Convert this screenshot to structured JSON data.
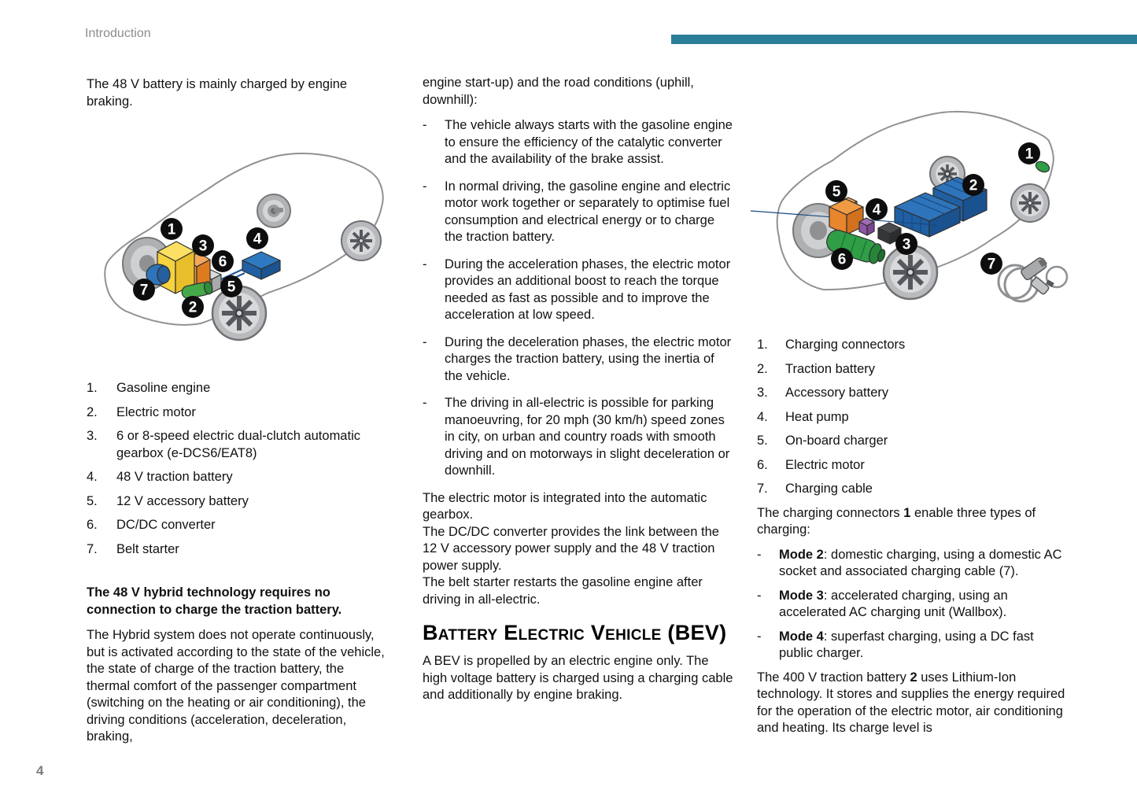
{
  "page": {
    "title": "Introduction",
    "page_number": "4"
  },
  "ui": {
    "dash": "-"
  },
  "colors": {
    "accent_bar": "#2b7e97",
    "engine_yellow": "#f5d23e",
    "gearbox_orange": "#ef9640",
    "motor_green": "#2f9e47",
    "battery_blue": "#2264a8",
    "heat_pump_purple": "#8f56a5",
    "accessory_battery_dark": "#353638",
    "badge_black": "#0d0d0d"
  },
  "col1": {
    "p1": "The 48 V battery is mainly charged by engine braking.",
    "list": [
      {
        "num": "1.",
        "text": "Gasoline engine"
      },
      {
        "num": "2.",
        "text": "Electric motor"
      },
      {
        "num": "3.",
        "text": "6 or 8-speed electric dual-clutch automatic gearbox (e-DCS6/EAT8)"
      },
      {
        "num": "4.",
        "text": "48 V traction battery"
      },
      {
        "num": "5.",
        "text": "12 V accessory battery"
      },
      {
        "num": "6.",
        "text": "DC/DC converter"
      },
      {
        "num": "7.",
        "text": "Belt starter"
      }
    ],
    "bold_note": "The 48 V hybrid technology requires no connection to charge the traction battery.",
    "p2": "The Hybrid system does not operate continuously, but is activated according to the state of the vehicle, the state of charge of the traction battery, the thermal comfort of the passenger compartment (switching on the heating or air conditioning), the driving conditions (acceleration, deceleration, braking,"
  },
  "col2": {
    "p1": "engine start-up) and the road conditions (uphill, downhill):",
    "bullets": [
      "The vehicle always starts with the gasoline engine to ensure the efficiency of the catalytic converter and the availability of the brake assist.",
      "In normal driving, the gasoline engine and electric motor work together or separately to optimise fuel consumption and electrical energy or to charge the traction battery.",
      "During the acceleration phases, the electric motor provides an additional boost to reach the torque needed as fast as possible and to improve the acceleration at low speed.",
      "During the deceleration phases, the electric motor charges the traction battery, using the inertia of the vehicle.",
      "The driving in all-electric is possible for parking manoeuvring, for 20 mph (30 km/h) speed zones in city, on urban and country roads with smooth driving and on motorways in slight deceleration or downhill."
    ],
    "p2a": "The electric motor is integrated into the automatic gearbox.",
    "p2b": "The DC/DC converter provides the link between the 12 V accessory power supply and the 48 V traction power supply.",
    "p2c": "The belt starter restarts the gasoline engine after driving in all-electric.",
    "heading": "Battery Electric Vehicle (BEV)",
    "p3": "A BEV is propelled by an electric engine only. The high voltage battery is charged using a charging cable and additionally by engine braking."
  },
  "col3": {
    "list": [
      {
        "num": "1.",
        "text": "Charging connectors"
      },
      {
        "num": "2.",
        "text": "Traction battery"
      },
      {
        "num": "3.",
        "text": "Accessory battery"
      },
      {
        "num": "4.",
        "text": "Heat pump"
      },
      {
        "num": "5.",
        "text": "On-board charger"
      },
      {
        "num": "6.",
        "text": "Electric motor"
      },
      {
        "num": "7.",
        "text": "Charging cable"
      }
    ],
    "intro": {
      "pre": "The charging connectors ",
      "bold": "1",
      "post": " enable three types of charging:"
    },
    "modes": [
      {
        "bold": "Mode 2",
        "text": ": domestic charging, using a domestic AC socket and associated charging cable (7)."
      },
      {
        "bold": "Mode 3",
        "text": ": accelerated charging, using an accelerated AC charging unit (Wallbox)."
      },
      {
        "bold": "Mode 4",
        "text": ": superfast charging, using a DC fast public charger."
      }
    ],
    "outro": {
      "pre": "The 400 V traction battery ",
      "bold": "2",
      "post": " uses Lithium-Ion technology. It stores and supplies the energy required for the operation of the electric motor, air conditioning and heating. Its charge level is"
    }
  },
  "diagram1": {
    "badges": [
      {
        "n": "1"
      },
      {
        "n": "3"
      },
      {
        "n": "6"
      },
      {
        "n": "4"
      },
      {
        "n": "7"
      },
      {
        "n": "2"
      },
      {
        "n": "5"
      }
    ]
  },
  "diagram2": {
    "badges": [
      {
        "n": "1"
      },
      {
        "n": "2"
      },
      {
        "n": "5"
      },
      {
        "n": "4"
      },
      {
        "n": "3"
      },
      {
        "n": "6"
      },
      {
        "n": "7"
      }
    ]
  }
}
